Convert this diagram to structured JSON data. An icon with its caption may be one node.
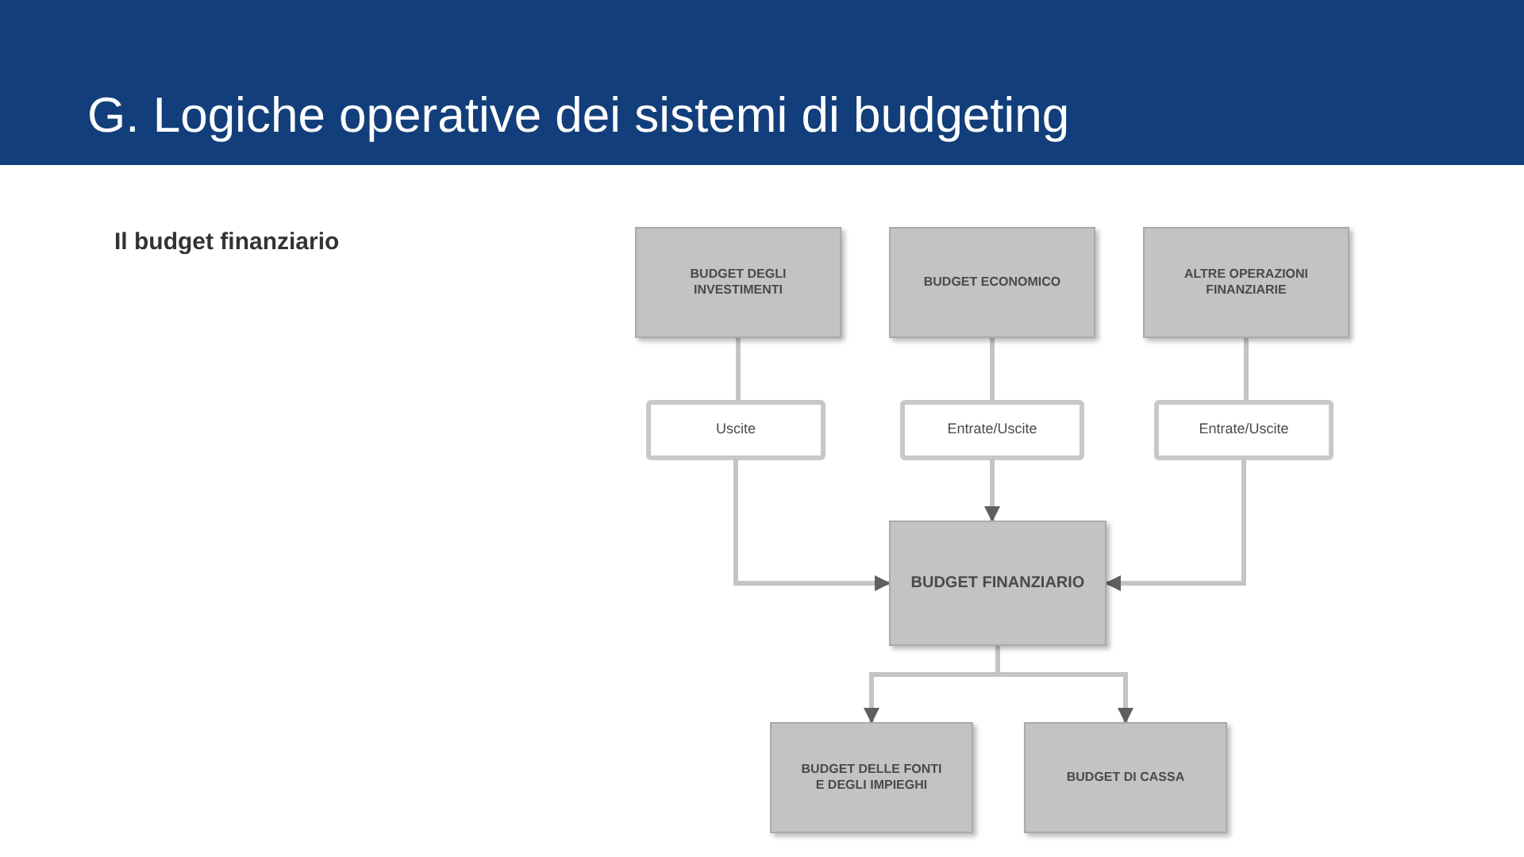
{
  "diagram": {
    "title": "G. Logiche operative dei sistemi di budgeting",
    "nodes": [
      {
        "text": [
          "BUDGET DEGLI INVESTIMENTI"
        ]
      },
      {
        "text": [
          "BUDGET ECONOMICO"
        ]
      },
      {
        "text": [
          "ALTRE OPERAZIONI FINANZIARIE"
        ]
      },
      {
        "text": [
          "Uscite"
        ]
      },
      {
        "text": [
          "Entrate/Uscite"
        ]
      },
      {
        "text": [
          "Entrate/Uscite"
        ]
      },
      {
        "text": [
          "BUDGET FINANZIARIO"
        ]
      },
      {
        "text": [
          "BUDGET DELLE FONTI E DEGLI IMPIEGHI"
        ]
      },
      {
        "text": [
          "BUDGET DI CASSA"
        ]
      }
    ],
    "edges": [
      {
        "from": 0,
        "to": 3,
        "arrow": "none"
      },
      {
        "from": 1,
        "to": 4,
        "arrow": "none"
      },
      {
        "from": 2,
        "to": 5,
        "arrow": "none"
      },
      {
        "from": 3,
        "to": 6,
        "arrow": "to"
      },
      {
        "from": 4,
        "to": 6,
        "arrow": "to"
      },
      {
        "from": 5,
        "to": 6,
        "arrow": "to"
      },
      {
        "from": 6,
        "to": 7,
        "arrow": "to"
      },
      {
        "from": 6,
        "to": 8,
        "arrow": "to"
      }
    ],
    "labels": [
      "Il budget finanziario"
    ]
  }
}
